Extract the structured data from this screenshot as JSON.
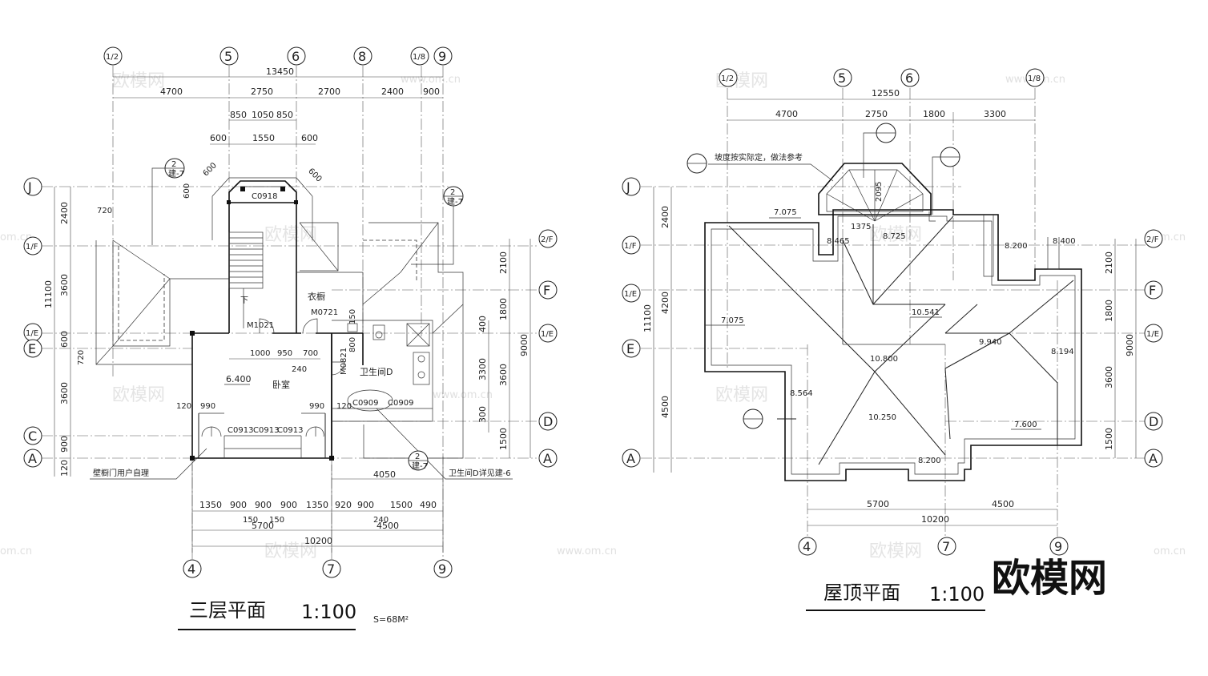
{
  "watermark": {
    "cn": "欧模网",
    "url": "www.om.cn",
    "url_short": "om.cn",
    "brand": "欧模网"
  },
  "left": {
    "title": "三层平面",
    "scale": "1:100",
    "area": "S=68M²",
    "axes_top": [
      "1/2",
      "5",
      "6",
      "8",
      "1/8",
      "9"
    ],
    "axes_left": [
      "J",
      "1/F",
      "1/E",
      "E",
      "C",
      "A"
    ],
    "axes_right": [
      "2/F",
      "F",
      "1/E",
      "D",
      "A"
    ],
    "axes_bottom": [
      "4",
      "7",
      "9"
    ],
    "dims_top": {
      "total": "13450",
      "row2": [
        "4700",
        "2750",
        "2700",
        "2400",
        "900"
      ],
      "row3": [
        "850",
        "1050",
        "850"
      ],
      "row4": [
        "600",
        "1550",
        "600"
      ],
      "diag": [
        "600",
        "600"
      ]
    },
    "dims_left": {
      "total": "11100",
      "seg": [
        "2400",
        "3600",
        "600",
        "3600",
        "900",
        "120"
      ],
      "inner": [
        "600",
        "720",
        "720"
      ]
    },
    "dims_right": {
      "total": "9000",
      "seg": [
        "2100",
        "1800",
        "400",
        "3300",
        "300",
        "1500"
      ],
      "inner": [
        "3600"
      ]
    },
    "dims_bottom": {
      "row1": [
        "1350",
        "900",
        "900",
        "900",
        "1350",
        "920",
        "900",
        "1500",
        "490"
      ],
      "r150": [
        "150",
        "150",
        "240"
      ],
      "row2": [
        "5700",
        "4500"
      ],
      "total": "10200",
      "side": "4050"
    },
    "labels": {
      "c0918": "C0918",
      "m1021": "M1021",
      "m0721": "M0721",
      "m0821": "M0821",
      "wardrobe": "衣橱",
      "bath": "卫生间D",
      "bedroom": "卧室",
      "elev": "6.400",
      "c0913": [
        "C0913",
        "C0913",
        "C0913"
      ],
      "c0909": [
        "C0909",
        "C0909"
      ],
      "d1000": "1000",
      "d950": "950",
      "d700": "700",
      "d240": "240",
      "d990a": "990",
      "d990b": "990",
      "d120a": "120",
      "d120b": "120",
      "d800": "800",
      "d150": "150",
      "note1": "壁橱门用户自理",
      "note2": "卫生间D详见建-6",
      "w720": "720",
      "up": "下",
      "ref": [
        "2",
        "建-7"
      ]
    }
  },
  "right": {
    "title": "屋顶平面",
    "scale": "1:100",
    "axes_top": [
      "1/2",
      "5",
      "6",
      "1/8"
    ],
    "axes_left": [
      "J",
      "1/F",
      "1/E",
      "E",
      "A"
    ],
    "axes_right": [
      "2/F",
      "F",
      "1/E",
      "D",
      "A"
    ],
    "axes_bottom": [
      "4",
      "7",
      "9"
    ],
    "dims_top": {
      "total": "12550",
      "row2": [
        "4700",
        "2750",
        "1800",
        "3300"
      ]
    },
    "dims_left": {
      "total": "11100",
      "seg": [
        "2400",
        "4200",
        "4500"
      ]
    },
    "dims_right": {
      "total": "9000",
      "seg": [
        "2100",
        "1800",
        "3600",
        "1500"
      ]
    },
    "dims_bottom": {
      "row1": [
        "5700",
        "4500"
      ],
      "total": "10200"
    },
    "labels": {
      "note": "坡度按实际定，做法参考",
      "d2095": "2095",
      "d1375": "1375",
      "elev": [
        "7.075",
        "8.465",
        "8.725",
        "8.200",
        "8.400",
        "10.541",
        "7.075",
        "10.800",
        "9.940",
        "8.194",
        "8.564",
        "10.250",
        "7.600",
        "8.200"
      ]
    }
  },
  "colors": {
    "line": "#222222",
    "watermark": "#e4e4e4"
  }
}
